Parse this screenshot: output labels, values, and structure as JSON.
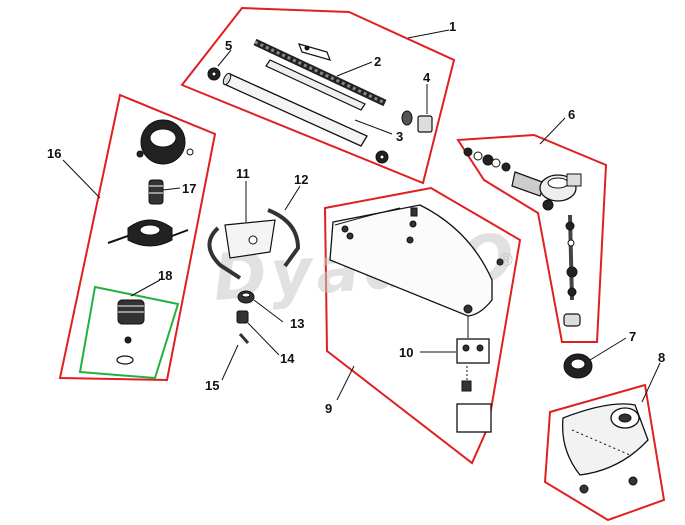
{
  "diagram": {
    "watermark": "DyadkO",
    "watermark_mark": "®",
    "callouts": {
      "c1": "1",
      "c2": "2",
      "c3": "3",
      "c4": "4",
      "c5": "5",
      "c6": "6",
      "c7": "7",
      "c8": "8",
      "c9": "9",
      "c10": "10",
      "c11": "11",
      "c12": "12",
      "c13": "13",
      "c14": "14",
      "c15": "15",
      "c16": "16",
      "c17": "17",
      "c18": "18"
    },
    "colors": {
      "group_outline": "#e02020",
      "group18_outline": "#20b040",
      "line": "#111111"
    }
  }
}
